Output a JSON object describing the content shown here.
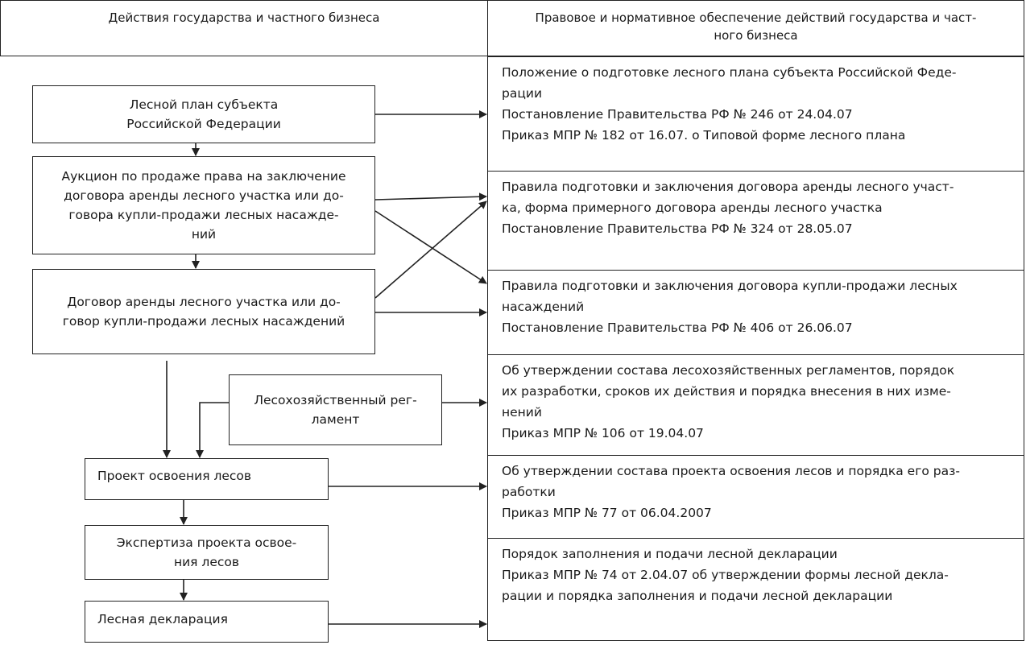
{
  "header": {
    "left": "Действия государства и частного бизнеса",
    "right": "Правовое и нормативное обеспечение действий государства и част-\nного бизнеса"
  },
  "actions": {
    "forest_plan": "Лесной план субъекта\nРоссийской Федерации",
    "auction": "Аукцион по продаже права на заключение\nдоговора аренды лесного участка или до-\nговора купли-продажи лесных насажде-\nний",
    "contract": "Договор аренды лесного участка или до-\nговор купли-продажи лесных насаждений",
    "regulation": "Лесохозяйственный рег-\nламент",
    "project": "Проект освоения лесов",
    "expertise": "Экспертиза проекта освое-\nния лесов",
    "declaration": "Лесная декларация"
  },
  "legal": {
    "plan_docs": [
      "Положение о подготовке лесного плана субъекта Российской Феде-\nрации",
      "Постановление Правительства РФ № 246 от 24.04.07",
      "Приказ МПР № 182 от 16.07. о Типовой форме лесного плана"
    ],
    "lease_docs": [
      "Правила подготовки и заключения договора аренды лесного участ-\nка, форма примерного договора аренды лесного участка",
      "Постановление Правительства РФ № 324 от 28.05.07"
    ],
    "sale_docs": [
      "Правила подготовки и заключения договора купли-продажи лесных\nнасаждений",
      "Постановление Правительства РФ № 406 от 26.06.07"
    ],
    "regulation_docs": [
      "Об утверждении состава лесохозяйственных регламентов, порядок\nих разработки, сроков их действия и порядка внесения в них изме-\nнений",
      "Приказ МПР № 106 от 19.04.07"
    ],
    "project_docs": [
      "Об утверждении состава проекта освоения лесов и порядка его раз-\nработки",
      "Приказ МПР № 77 от 06.04.2007"
    ],
    "declaration_docs": [
      "Порядок заполнения и подачи лесной декларации",
      "Приказ МПР № 74 от 2.04.07 об утверждении формы лесной декла-\nрации и порядка заполнения и подачи лесной декларации"
    ]
  }
}
